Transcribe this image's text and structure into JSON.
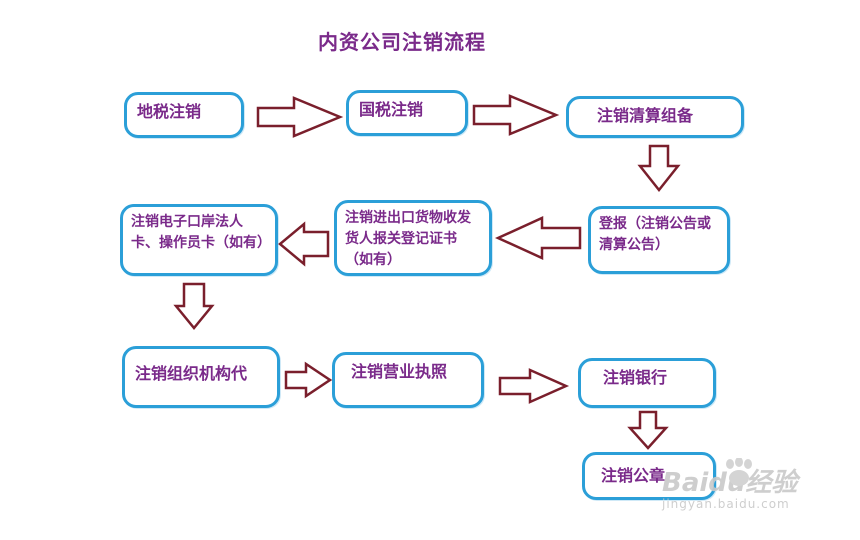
{
  "title": "内资公司注销流程",
  "steps": [
    {
      "id": "s1",
      "label": "地税注销"
    },
    {
      "id": "s2",
      "label": "国税注销"
    },
    {
      "id": "s3",
      "label": "注销清算组备"
    },
    {
      "id": "s4",
      "label": "登报（注销公告或清算公告）"
    },
    {
      "id": "s5",
      "label": "注销进出口货物收发货人报关登记证书（如有）"
    },
    {
      "id": "s6",
      "label": "注销电子口岸法人卡、操作员卡（如有）"
    },
    {
      "id": "s7",
      "label": "注销组织机构代"
    },
    {
      "id": "s8",
      "label": "注销营业执照"
    },
    {
      "id": "s9",
      "label": "注销银行"
    },
    {
      "id": "s10",
      "label": "注销公章"
    }
  ],
  "watermark": {
    "brand": "Baidu经验",
    "url": "jingyan.baidu.com"
  },
  "colors": {
    "box_border": "#2b9fd8",
    "text": "#7a2a8a",
    "arrow": "#7a1f2c"
  }
}
